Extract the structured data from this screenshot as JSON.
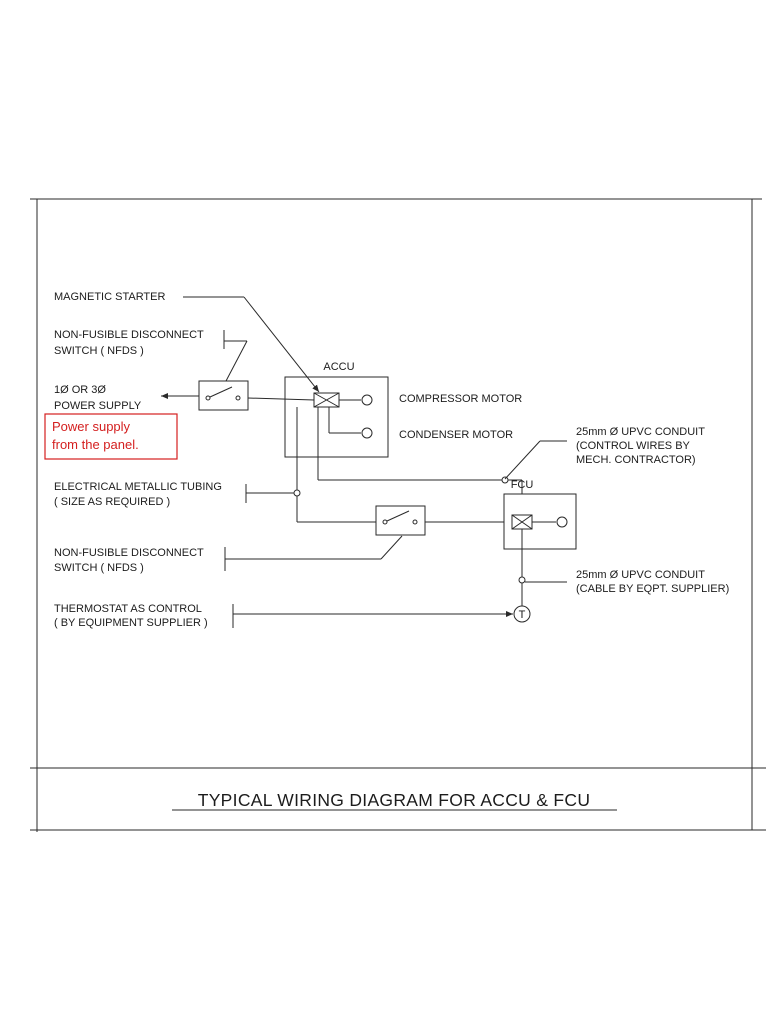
{
  "diagram": {
    "labels": {
      "magnetic_starter": "MAGNETIC STARTER",
      "nfds_top_1": "NON-FUSIBLE DISCONNECT",
      "nfds_top_2": "SWITCH ( NFDS )",
      "power_1": "1Ø OR 3Ø",
      "power_2": "POWER SUPPLY",
      "accu": "ACCU",
      "compressor_motor": "COMPRESSOR MOTOR",
      "condenser_motor": "CONDENSER MOTOR",
      "conduit_top_1": "25mm Ø UPVC CONDUIT",
      "conduit_top_2": "(CONTROL WIRES BY",
      "conduit_top_3": "MECH. CONTRACTOR)",
      "emt_1": "ELECTRICAL METALLIC TUBING",
      "emt_2": "( SIZE AS REQUIRED )",
      "fcu": "FCU",
      "nfds_bot_1": "NON-FUSIBLE DISCONNECT",
      "nfds_bot_2": "SWITCH ( NFDS )",
      "conduit_bot_1": "25mm Ø UPVC CONDUIT",
      "conduit_bot_2": "(CABLE BY EQPT. SUPPLIER)",
      "thermostat_1": "THERMOSTAT AS CONTROL",
      "thermostat_2": "( BY EQUIPMENT SUPPLIER )",
      "thermostat_symbol": "T"
    },
    "annotation": {
      "line_1": "Power supply",
      "line_2": "from the panel.",
      "color": "#d41f1f"
    },
    "title": "TYPICAL WIRING DIAGRAM FOR ACCU & FCU"
  }
}
